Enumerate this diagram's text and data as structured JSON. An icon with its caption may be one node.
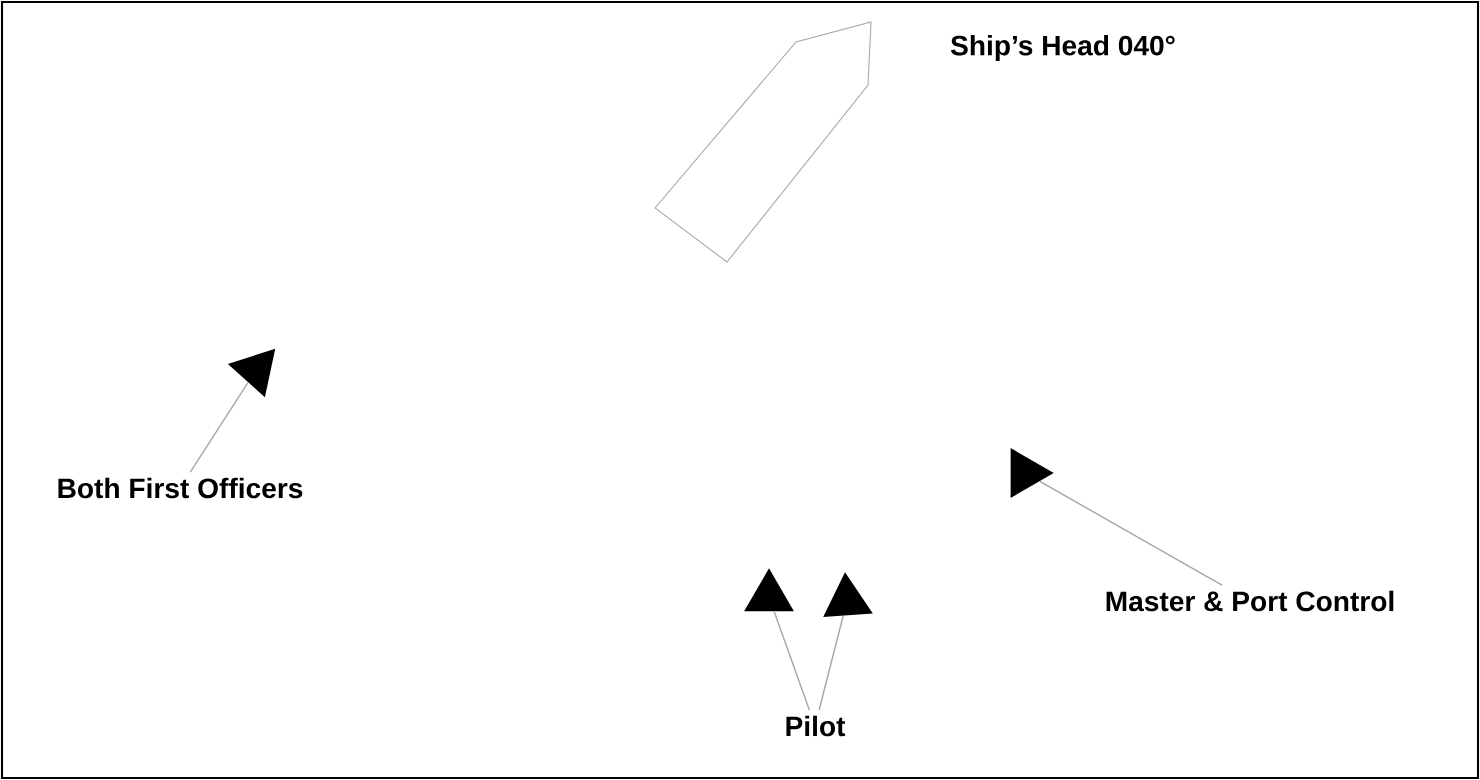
{
  "diagram": {
    "nodes": [
      {
        "text": [],
        "shape": "triangle"
      },
      {
        "text": [
          "Both First Officers"
        ]
      },
      {
        "text": [],
        "shape": "triangle"
      },
      {
        "text": [],
        "shape": "triangle"
      },
      {
        "text": [],
        "shape": "triangle"
      },
      {
        "text": [
          "Master & Port Control"
        ]
      },
      {
        "text": [
          "Pilot"
        ]
      }
    ],
    "edges": [
      {
        "from": 1,
        "to": 0,
        "arrow": "none"
      },
      {
        "from": 5,
        "to": 2,
        "arrow": "none"
      },
      {
        "from": 6,
        "to": 3,
        "arrow": "none"
      },
      {
        "from": 6,
        "to": 4,
        "arrow": "none"
      }
    ],
    "labels": [
      "Ship’s Head 040°"
    ]
  }
}
